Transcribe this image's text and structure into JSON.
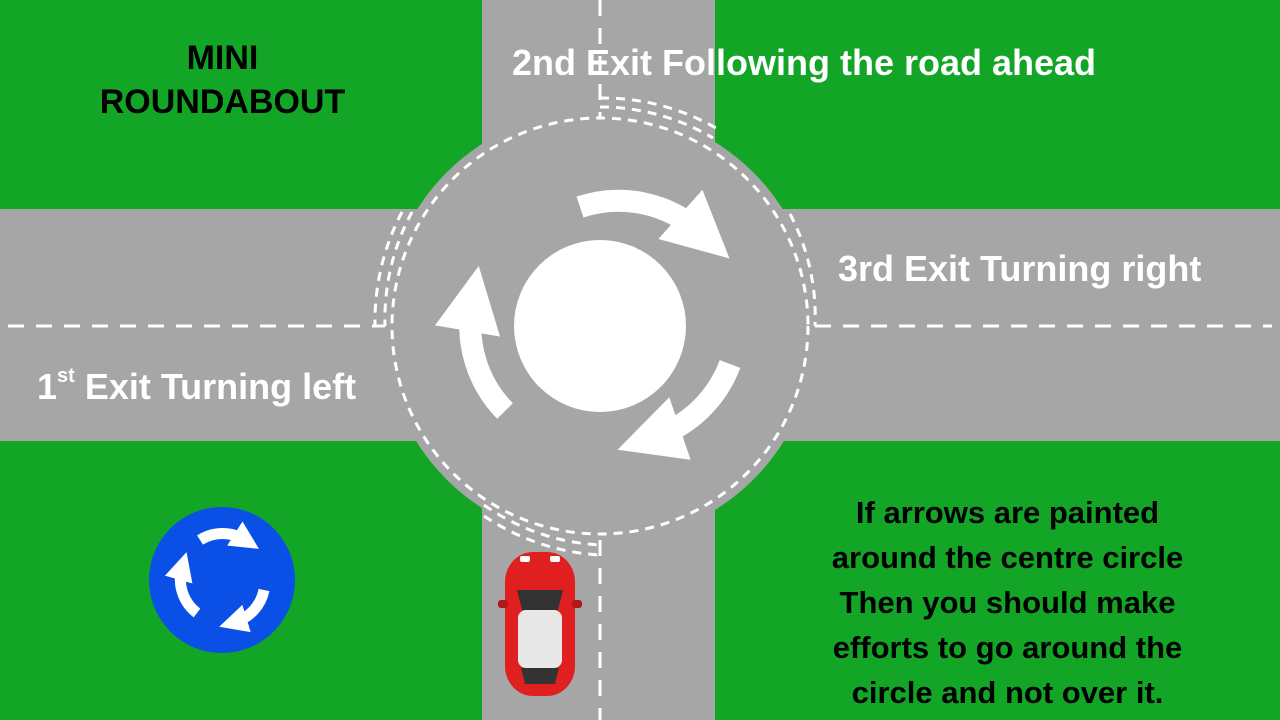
{
  "title": {
    "line1": "MINI",
    "line2": "ROUNDABOUT"
  },
  "exits": {
    "second": "2nd Exit Following the road ahead",
    "third": "3rd Exit Turning right",
    "first_number": "1",
    "first_suffix": "st",
    "first_text": " Exit Turning left"
  },
  "note": {
    "lines": [
      "If arrows are painted",
      "around the centre circle",
      "Then you should make",
      "efforts to go around the",
      "circle and not over it."
    ]
  },
  "icons": {
    "sign": "mini-roundabout-sign-icon",
    "car": "red-car-icon"
  },
  "colors": {
    "grass": "#12a526",
    "road": "#a6a6a6",
    "marking": "#ffffff",
    "sign_blue": "#0a50e6",
    "car_red": "#e02020",
    "text_dark": "#000000"
  }
}
